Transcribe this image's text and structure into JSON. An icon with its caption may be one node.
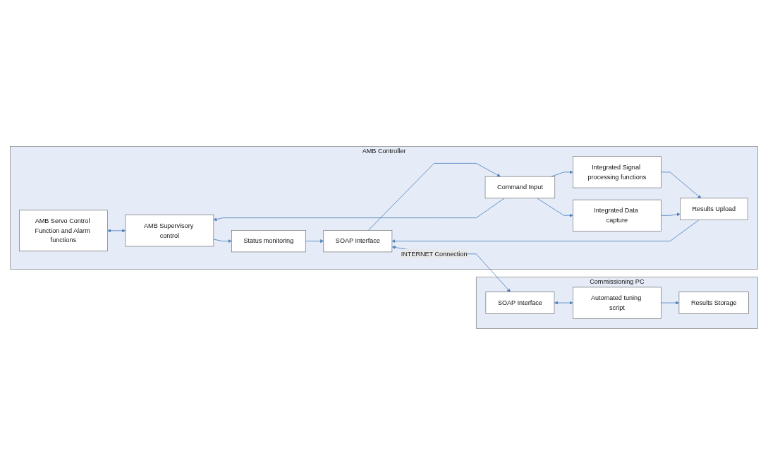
{
  "diagram": {
    "nodes": [
      {
        "text": [
          "AMB Controller"
        ]
      },
      {
        "text": [
          "AMB Servo Control Function and Alarm functions"
        ],
        "in": 0
      },
      {
        "text": [
          "Status monitoring"
        ],
        "in": 0
      },
      {
        "text": [
          "AMB Supervisory control"
        ],
        "in": 0
      },
      {
        "text": [
          "SOAP Interface"
        ],
        "in": 0
      },
      {
        "text": [
          "Command Input"
        ],
        "in": 0
      },
      {
        "text": [
          "Integrated Signal processing functions"
        ],
        "in": 0
      },
      {
        "text": [
          "Integrated Data capture"
        ],
        "in": 0
      },
      {
        "text": [
          "Results Upload"
        ],
        "in": 0
      },
      {
        "text": [
          "Commissioning PC"
        ]
      },
      {
        "text": [
          "SOAP Interface"
        ],
        "in": 9
      },
      {
        "text": [
          "Automated tuning script"
        ],
        "in": 9
      },
      {
        "text": [
          "Results Storage"
        ],
        "in": 9
      }
    ],
    "edges": [
      {
        "from": 1,
        "to": 3,
        "arrow": "both"
      },
      {
        "from": 3,
        "to": 2,
        "arrow": "to"
      },
      {
        "from": 2,
        "to": 4,
        "arrow": "to"
      },
      {
        "from": 5,
        "to": 3,
        "arrow": "to"
      },
      {
        "from": 4,
        "to": 5,
        "arrow": "to"
      },
      {
        "from": 5,
        "to": 6,
        "arrow": "to"
      },
      {
        "from": 5,
        "to": 7,
        "arrow": "to"
      },
      {
        "from": 6,
        "to": 8,
        "arrow": "to"
      },
      {
        "from": 7,
        "to": 8,
        "arrow": "to"
      },
      {
        "from": 8,
        "to": 4,
        "arrow": "to"
      },
      {
        "from": 4,
        "to": 10,
        "arrow": "both",
        "label": "INTERNET Connection"
      },
      {
        "from": 10,
        "to": 11,
        "arrow": "both"
      },
      {
        "from": 11,
        "to": 12,
        "arrow": "to"
      }
    ]
  }
}
